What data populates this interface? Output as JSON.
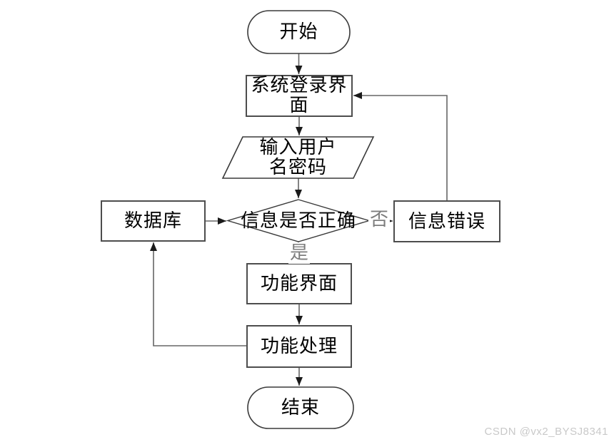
{
  "diagram": {
    "title": "login-flowchart",
    "nodes": {
      "start": {
        "shape": "terminator",
        "label": "开始"
      },
      "login": {
        "shape": "process",
        "label": "系统登录界面",
        "line1": "系统登录界",
        "line2": "面"
      },
      "input": {
        "shape": "io",
        "label": "输入用户名密码",
        "line1": "输入用户",
        "line2": "名密码"
      },
      "decision": {
        "shape": "decision",
        "label": "信息是否正确"
      },
      "database": {
        "shape": "process",
        "label": "数据库"
      },
      "error": {
        "shape": "process",
        "label": "信息错误"
      },
      "function_ui": {
        "shape": "process",
        "label": "功能界面"
      },
      "function_process": {
        "shape": "process",
        "label": "功能处理"
      },
      "end": {
        "shape": "terminator",
        "label": "结束"
      }
    },
    "edge_labels": {
      "yes": "是",
      "no": "否"
    },
    "colors": {
      "background": "#ffffff",
      "shape_stroke": "#4d4d4d",
      "connector_stroke": "#666666",
      "arrowhead": "#1a1a1a",
      "text": "#000000",
      "edge_label_text": "#7d7d7d",
      "watermark_text": "#c9c9c9"
    }
  },
  "watermark": {
    "text": "CSDN @vx2_BYSJ8341"
  }
}
